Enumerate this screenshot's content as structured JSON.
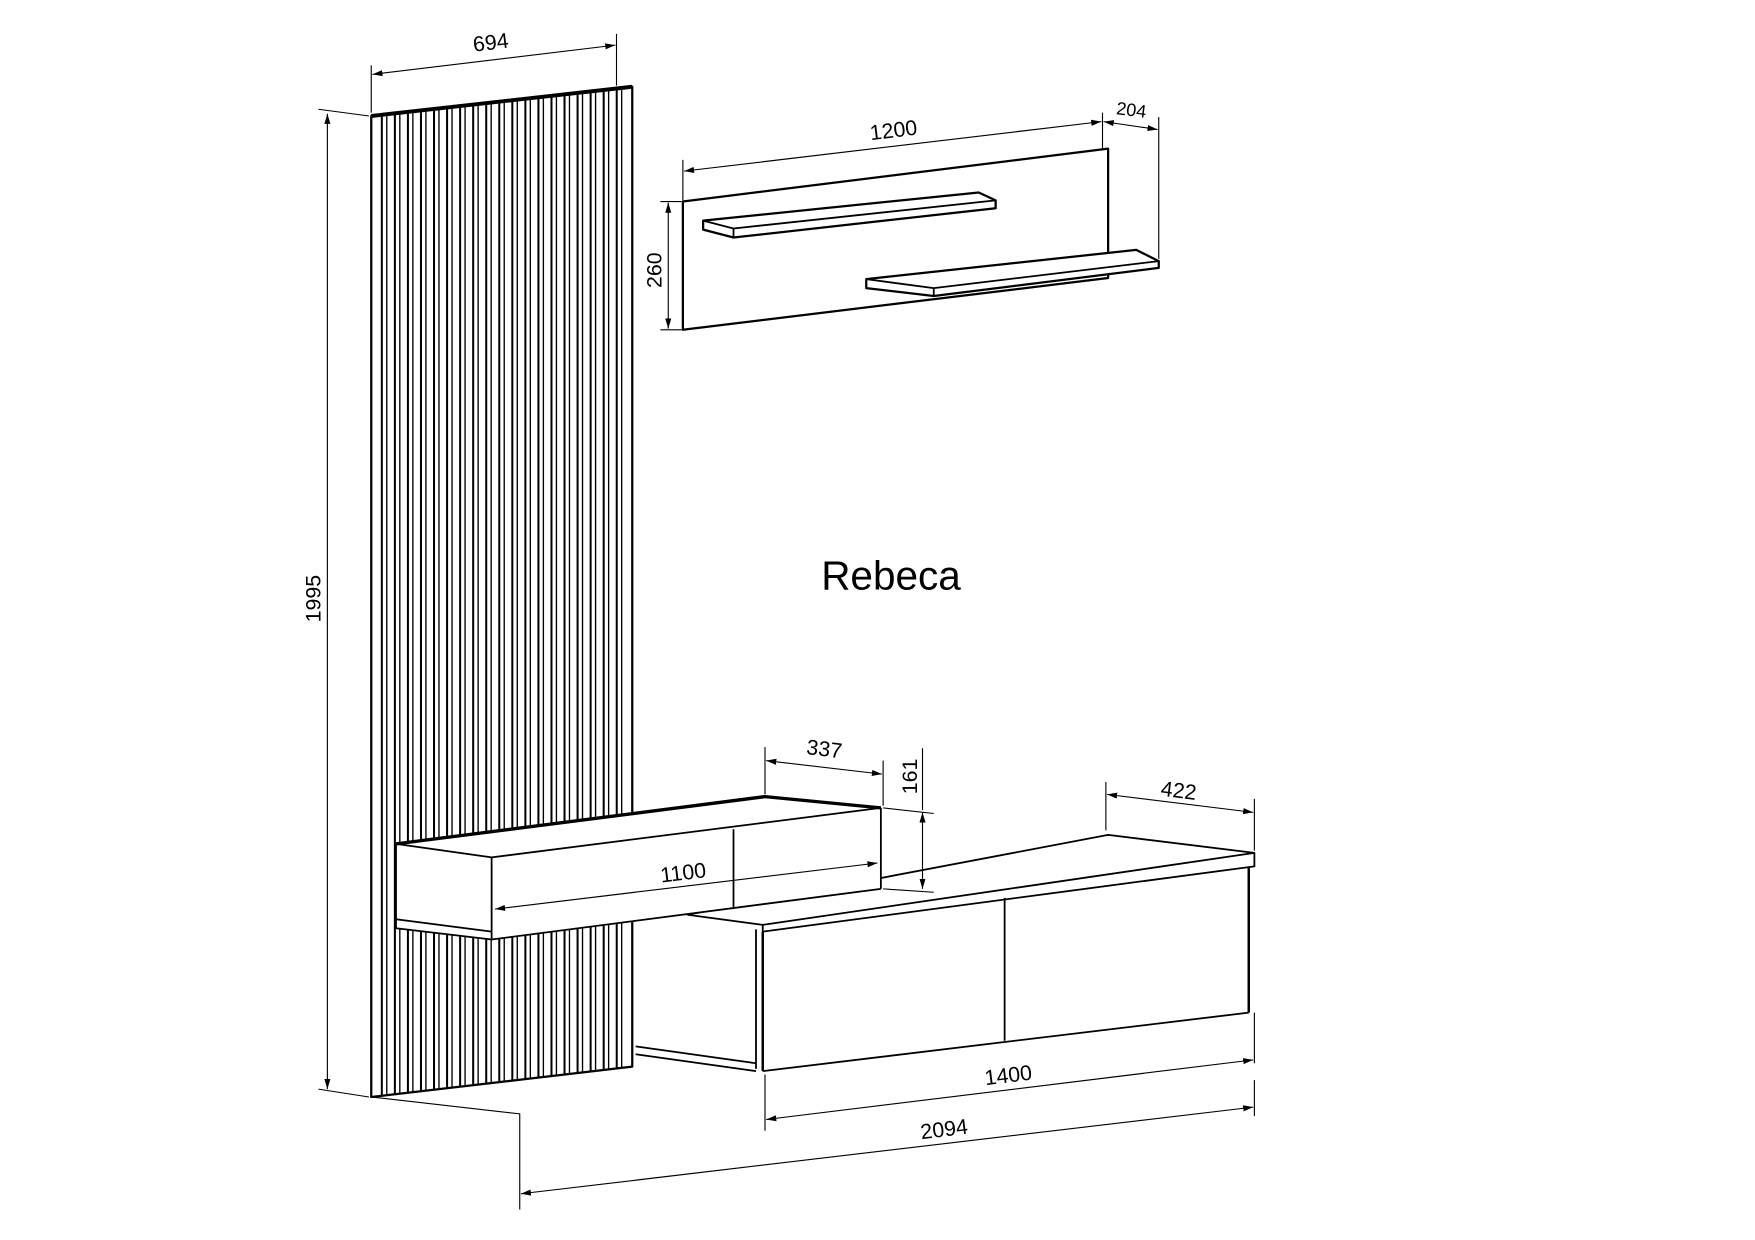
{
  "title": "Rebeca",
  "colors": {
    "line": "#000000",
    "background": "#ffffff"
  },
  "dimensions": {
    "panel_width": "694",
    "panel_height": "1995",
    "shelf_width": "1200",
    "shelf_depth": "204",
    "shelf_height": "260",
    "drawer_depth": "337",
    "drawer_height": "161",
    "drawer_width": "1100",
    "cabinet_depth": "422",
    "cabinet_width": "1400",
    "total_width": "2094"
  }
}
